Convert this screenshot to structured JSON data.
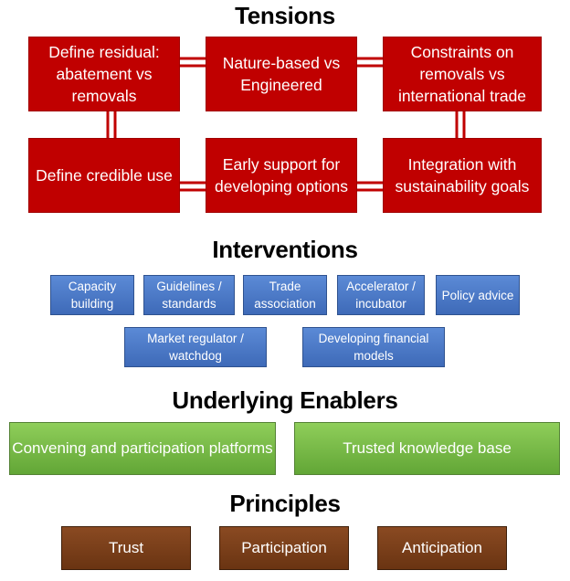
{
  "tensions": {
    "heading": "Tensions",
    "boxes": [
      "Define residual: abatement vs removals",
      "Nature-based vs Engineered",
      "Constraints on removals vs international trade",
      "Define credible use",
      "Early support for developing options",
      "Integration with sustainability goals"
    ]
  },
  "interventions": {
    "heading": "Interventions",
    "boxes": [
      "Capacity building",
      "Guidelines / standards",
      "Trade association",
      "Accelerator / incubator",
      "Policy advice",
      "Market regulator / watchdog",
      "Developing financial models"
    ]
  },
  "enablers": {
    "heading": "Underlying Enablers",
    "boxes": [
      "Convening and participation platforms",
      "Trusted knowledge base"
    ]
  },
  "principles": {
    "heading": "Principles",
    "boxes": [
      "Trust",
      "Participation",
      "Anticipation"
    ]
  },
  "colors": {
    "tension": "#c00000",
    "intervention": "#4472c4",
    "enabler": "#70ad47",
    "principle": "#7a3e17"
  }
}
